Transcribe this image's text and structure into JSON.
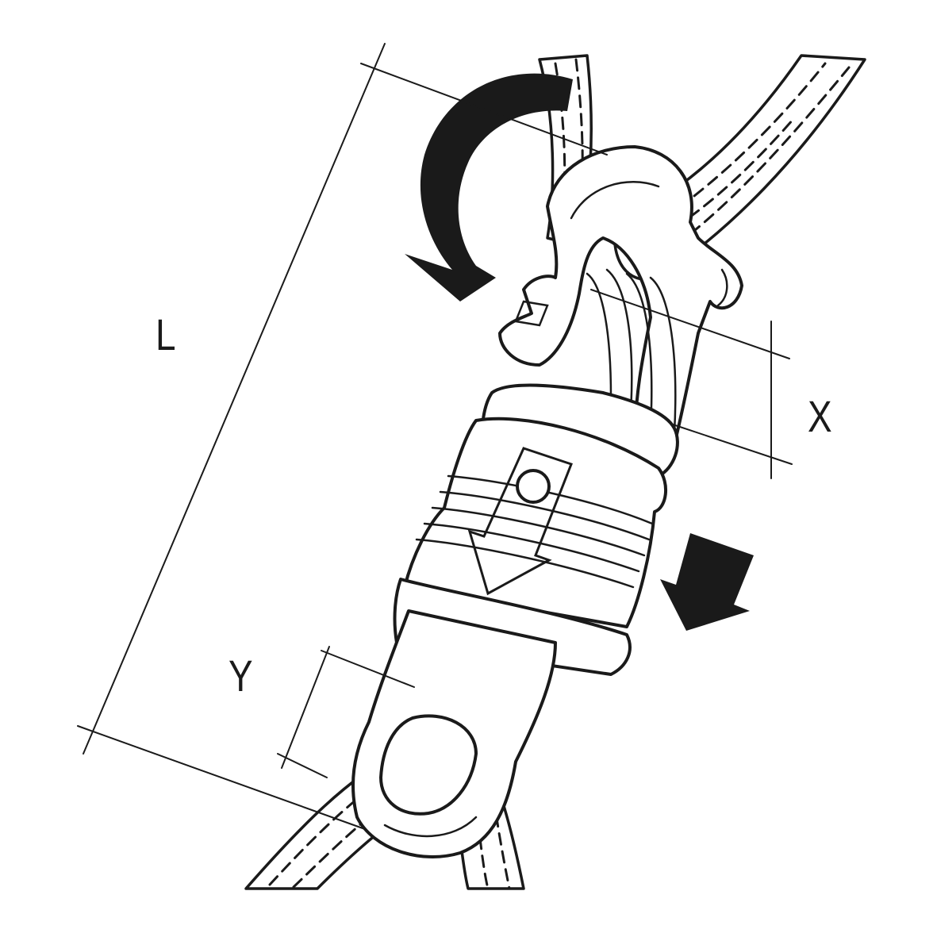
{
  "diagram": {
    "labels": {
      "length": "L",
      "gate_opening": "X",
      "eye_opening": "Y"
    },
    "arrows": {
      "rotation": "curved-rotation-arrow-icon",
      "slide": "down-arrow-icon"
    }
  }
}
